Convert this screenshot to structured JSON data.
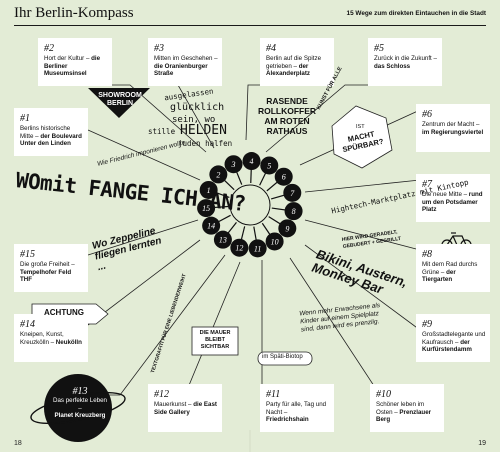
{
  "header": {
    "title": "Ihr Berlin-Kompass",
    "subtitle": "15 Wege zum direkten Eintauchen in die Stadt"
  },
  "page_numbers": {
    "left": "18",
    "right": "19"
  },
  "boxes": [
    {
      "num": "#1",
      "text": "Berlins historische Mitte –",
      "bold": "der Boulevard Unter den Linden"
    },
    {
      "num": "#2",
      "text": "Hort der Kultur –",
      "bold": "die Berliner Museumsinsel"
    },
    {
      "num": "#3",
      "text": "Mitten im Geschehen –",
      "bold": "die Oranienburger Straße"
    },
    {
      "num": "#4",
      "text": "Berlin auf die Spitze getrieben –",
      "bold": "der Alexanderplatz"
    },
    {
      "num": "#5",
      "text": "Zurück in die Zukunft –",
      "bold": "das Schloss"
    },
    {
      "num": "#6",
      "text": "Zentrum der Macht –",
      "bold": "im Regierungsviertel"
    },
    {
      "num": "#7",
      "text": "Die neue Mitte –",
      "bold": "rund um den Potsdamer Platz"
    },
    {
      "num": "#8",
      "text": "Mit dem Rad durchs Grüne –",
      "bold": "der Tiergarten"
    },
    {
      "num": "#9",
      "text": "Großstadtelegante und Kaufrausch –",
      "bold": "der Kurfürstendamm"
    },
    {
      "num": "#10",
      "text": "Schöner leben im Osten –",
      "bold": "Prenzlauer Berg"
    },
    {
      "num": "#11",
      "text": "Party für alle, Tag und Nacht –",
      "bold": "Friedrichshain"
    },
    {
      "num": "#12",
      "text": "Mauerkunst –",
      "bold": "die East Side Gallery"
    },
    {
      "num": "#13",
      "text": "Das perfekte Leben –",
      "bold": "Planet Kreuzberg"
    },
    {
      "num": "#14",
      "text": "Kneipen, Kunst, Kreuzkölln –",
      "bold": "Neukölln"
    },
    {
      "num": "#15",
      "text": "Die große Freiheit –",
      "bold": "Tempelhofer Feld THF"
    }
  ],
  "wheel": {
    "pins": [
      "1",
      "2",
      "3",
      "4",
      "5",
      "6",
      "7",
      "8",
      "9",
      "10",
      "11",
      "12",
      "13",
      "14",
      "15"
    ]
  },
  "labels": {
    "showroom": "SHOWROOM BERLIN",
    "ausgelassen": "ausgelassen",
    "gluecklich": "glücklich",
    "sein_wo": "sein, wo",
    "stille": "stille",
    "helden": "HELDEN",
    "juden_helfen": "juden halfen",
    "rasende": "RASENDE ROLLKOFFER AM ROTEN RATHAUS",
    "kunstfuralle": "KUNST FÜR ALLE",
    "macht_ist": "IST",
    "macht": "MACHT SPÜRBAR?",
    "friedrich": "Wie Friedrich imponieren wollte",
    "womit": "WOmit FANGE ICH AN?",
    "hightech": "Hightech-Marktplatz mit Kintopp",
    "geradelt": "HIER WIRD GERADELT, GEBUDERT + GEGRILLT",
    "zeppeline": "Wo Zeppeline fliegen lernten ...",
    "bikini": "Bikini, Austern, Monkey Bar",
    "achtung": "ACHTUNG",
    "textgrafitti": "TEXTGRAFITI FÜR EINE LIEBENDERWEIHT",
    "mauer": "DIE MAUER BLEIBT SICHTBAR",
    "erwachsene": "Wenn mehr Erwachsene als Kinder auf einem Spielplatz sind, dann wird es prenzlig.",
    "spaeti": "im Späti-Biotop"
  },
  "colors": {
    "background": "#e3ecd6",
    "box": "#ffffff",
    "ink": "#111111"
  }
}
